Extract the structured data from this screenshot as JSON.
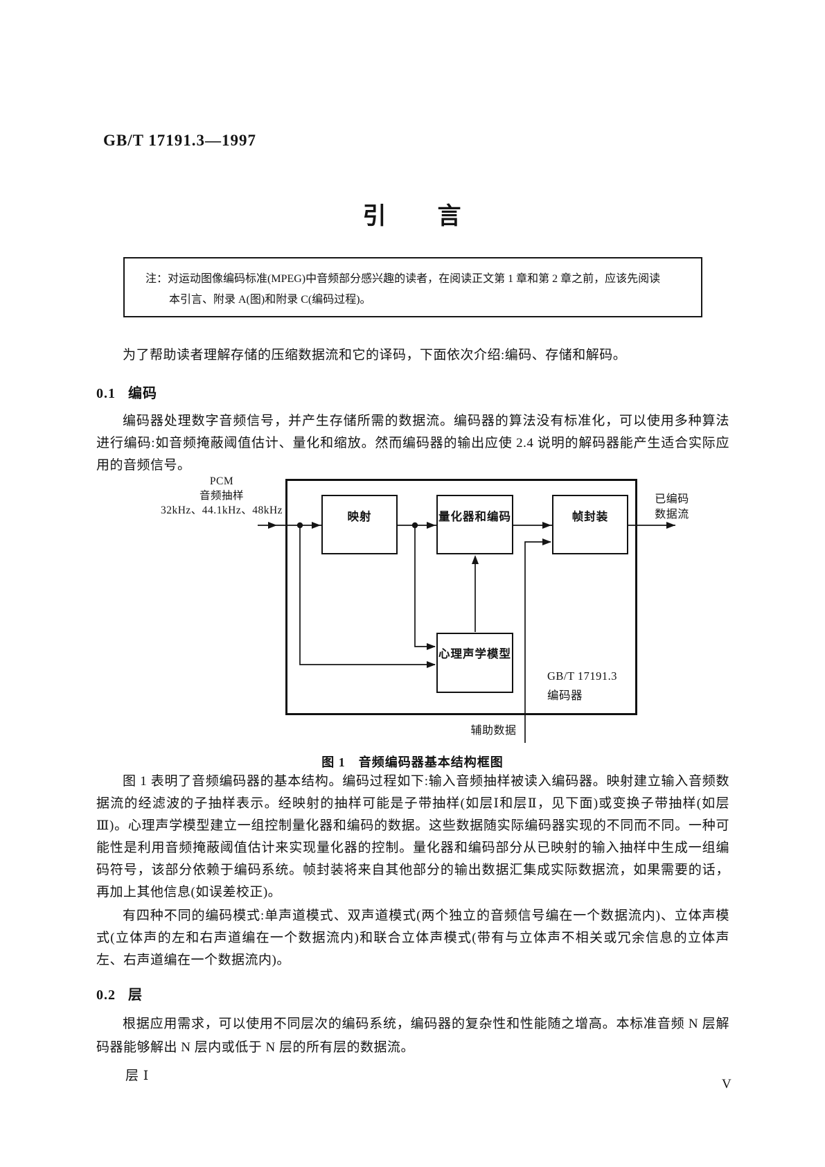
{
  "header": {
    "doc_number": "GB/T 17191.3—1997"
  },
  "title": "引　　言",
  "note": {
    "label": "注：",
    "line1": "对运动图像编码标准(MPEG)中音频部分感兴趣的读者，在阅读正文第 1 章和第 2 章之前，应该先阅读",
    "line2": "本引言、附录 A(图)和附录 C(编码过程)。"
  },
  "intro_paragraph": "为了帮助读者理解存储的压缩数据流和它的译码，下面依次介绍:编码、存储和解码。",
  "section_0_1": {
    "number": "0.1",
    "title": "编码",
    "paragraph": "编码器处理数字音频信号，并产生存储所需的数据流。编码器的算法没有标准化，可以使用多种算法进行编码:如音频掩蔽阈值估计、量化和缩放。然而编码器的输出应使 2.4 说明的解码器能产生适合实际应用的音频信号。"
  },
  "figure": {
    "caption": "图 1　音频编码器基本结构框图",
    "input_label": {
      "line1": "PCM",
      "line2": "音频抽样",
      "line3": "32kHz、44.1kHz、48kHz"
    },
    "boxes": {
      "mapping": "映射",
      "quantizer_coding": "量化器和编码",
      "frame_packing": "帧封装",
      "psychoacoustic_model": "心理声学模型"
    },
    "encoder_label": {
      "line1": "GB/T 17191.3",
      "line2": "编码器"
    },
    "output_label": {
      "line1": "已编码",
      "line2": "数据流"
    },
    "aux_label": "辅助数据"
  },
  "figure_description": "图 1 表明了音频编码器的基本结构。编码过程如下:输入音频抽样被读入编码器。映射建立输入音频数据流的经滤波的子抽样表示。经映射的抽样可能是子带抽样(如层Ⅰ和层Ⅱ，见下面)或变换子带抽样(如层Ⅲ)。心理声学模型建立一组控制量化器和编码的数据。这些数据随实际编码器实现的不同而不同。一种可能性是利用音频掩蔽阈值估计来实现量化器的控制。量化器和编码部分从已映射的输入抽样中生成一组编码符号，该部分依赖于编码系统。帧封装将来自其他部分的输出数据汇集成实际数据流，如果需要的话，再加上其他信息(如误差校正)。",
  "modes_paragraph": "有四种不同的编码模式:单声道模式、双声道模式(两个独立的音频信号编在一个数据流内)、立体声模式(立体声的左和右声道编在一个数据流内)和联合立体声模式(带有与立体声不相关或冗余信息的立体声左、右声道编在一个数据流内)。",
  "section_0_2": {
    "number": "0.2",
    "title": "层",
    "paragraph": "根据应用需求，可以使用不同层次的编码系统，编码器的复杂性和性能随之增高。本标准音频 N 层解码器能够解出 N 层内或低于 N 层的所有层的数据流。",
    "layer_item": "层 Ⅰ"
  },
  "footer": {
    "page_number": "V"
  }
}
